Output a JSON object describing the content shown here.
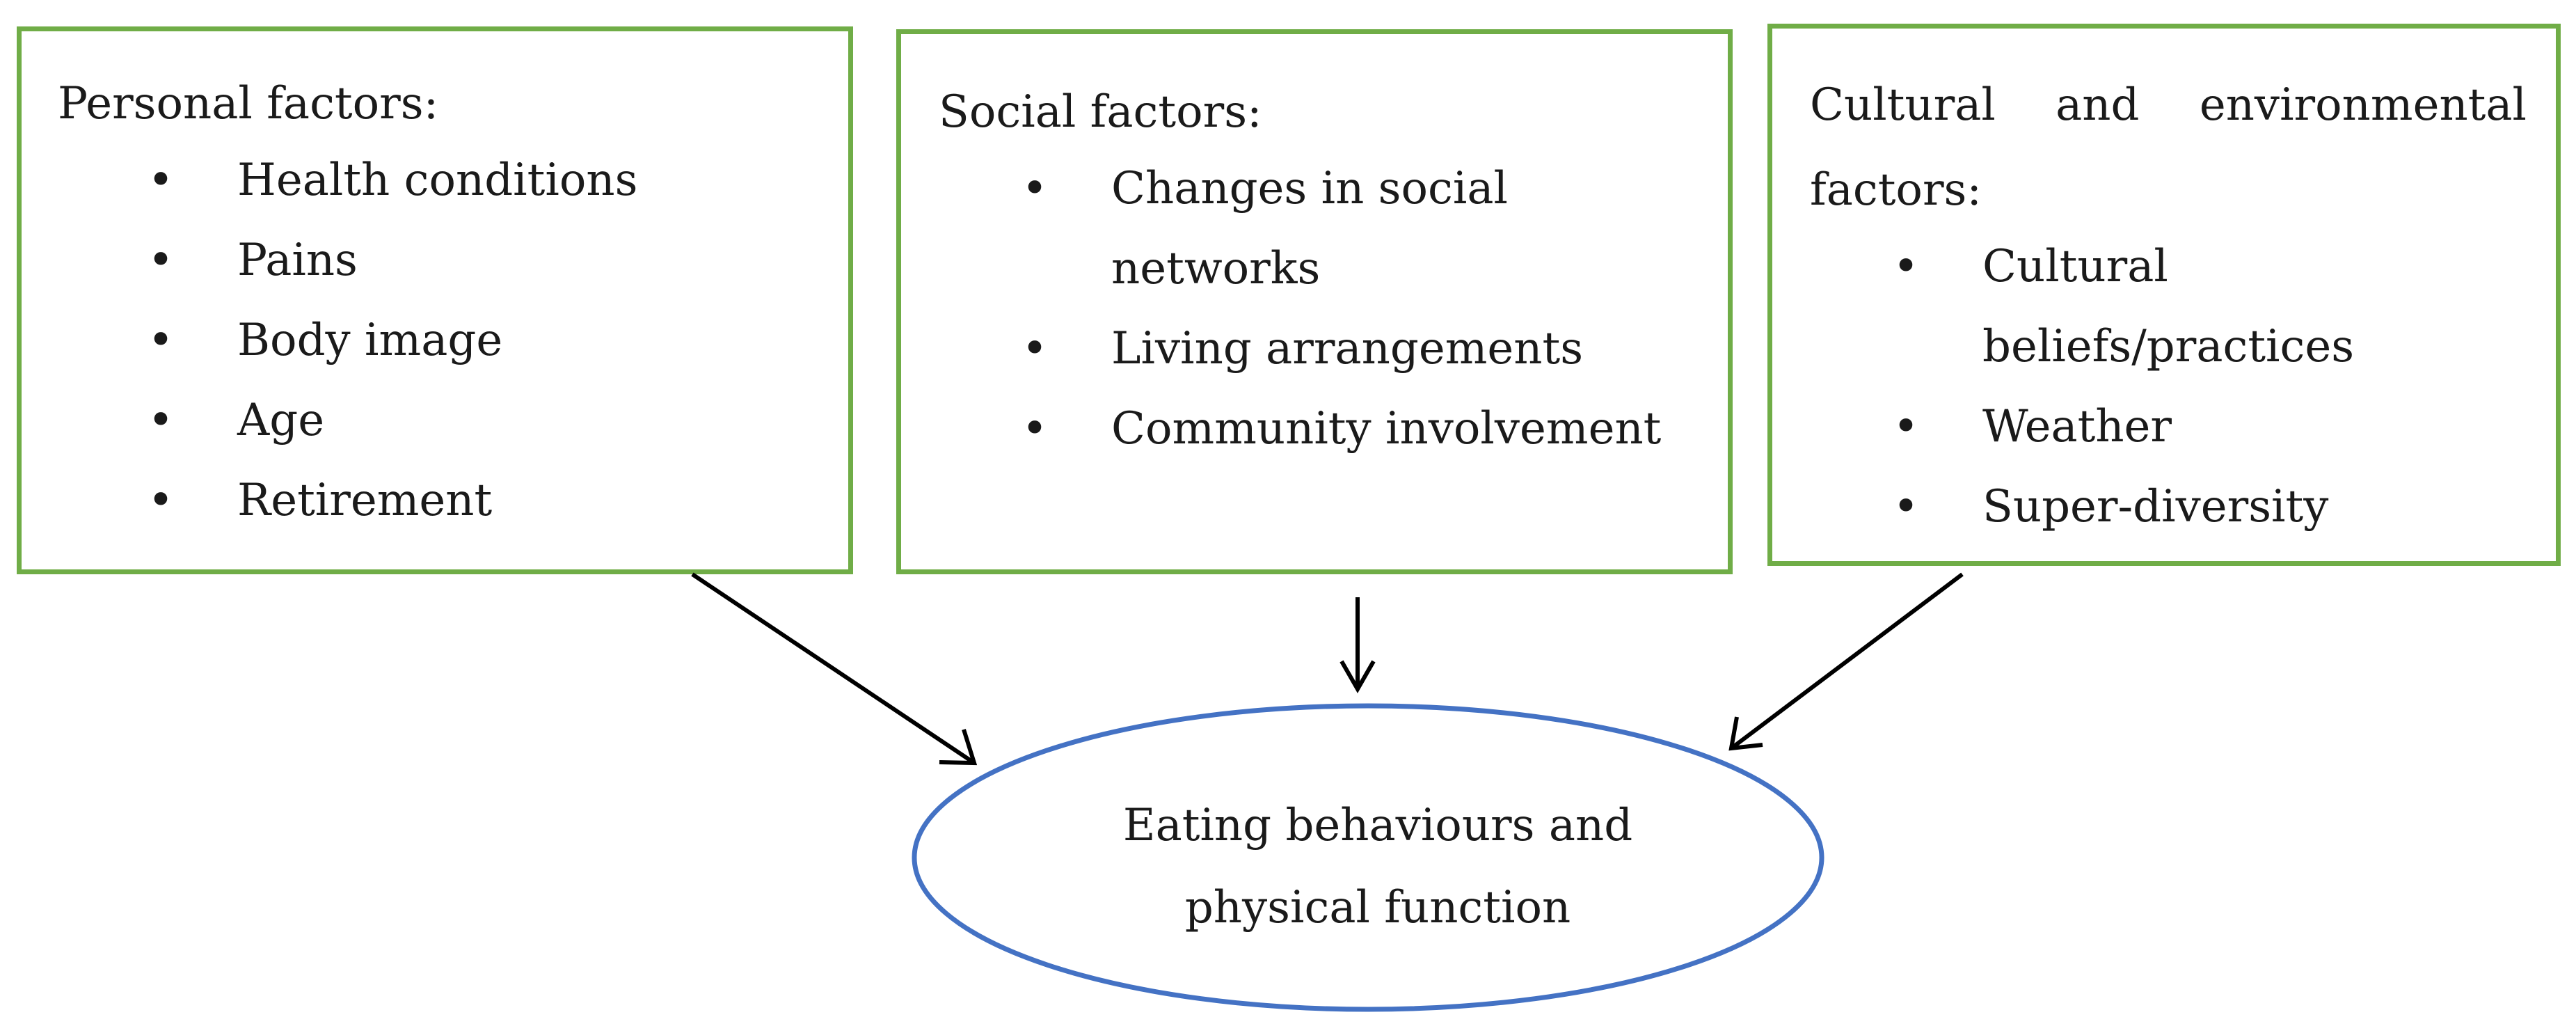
{
  "diagram": {
    "personal": {
      "title": "Personal factors:",
      "items": [
        "Health conditions",
        "Pains",
        "Body image",
        "Age",
        "Retirement"
      ]
    },
    "social": {
      "title": "Social factors:",
      "items": [
        "Changes in social",
        "networks",
        "Living arrangements",
        "Community involvement"
      ]
    },
    "cultural": {
      "title_line1_words": [
        "Cultural",
        "and",
        "environmental"
      ],
      "title_line2": "factors:",
      "items": [
        "Cultural",
        "beliefs/practices",
        "Weather",
        "Super-diversity"
      ]
    },
    "outcome": {
      "line1": "Eating behaviours and",
      "line2": "physical function"
    },
    "colors": {
      "box_border": "#70ad47",
      "ellipse_border": "#4472c4",
      "arrow": "#000000"
    }
  }
}
